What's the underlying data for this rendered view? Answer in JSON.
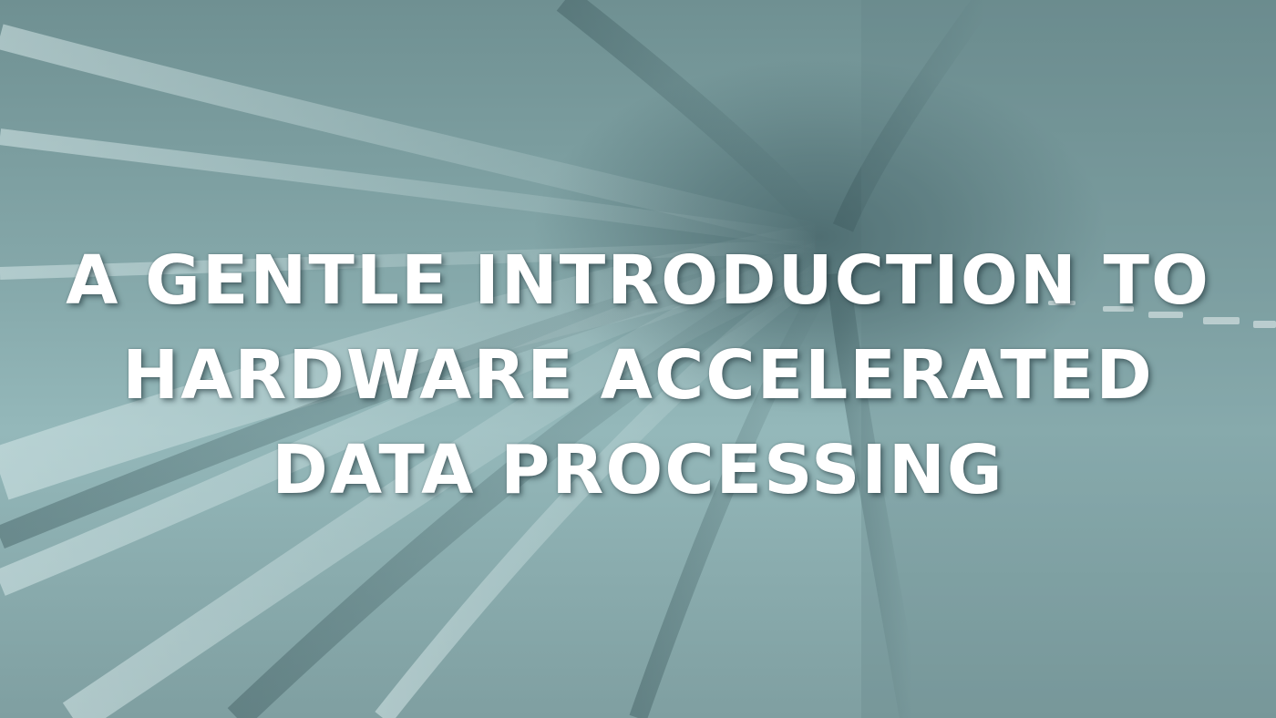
{
  "hero": {
    "title_lines": [
      "A GENTLE INTRODUCTION TO",
      "HARDWARE ACCELERATED",
      "DATA PROCESSING"
    ]
  },
  "colors": {
    "tint": "#7a9a9c",
    "tunnel_dark": "#4f6e72",
    "light_streak": "#c6dcdd",
    "title_text": "#ffffff"
  }
}
